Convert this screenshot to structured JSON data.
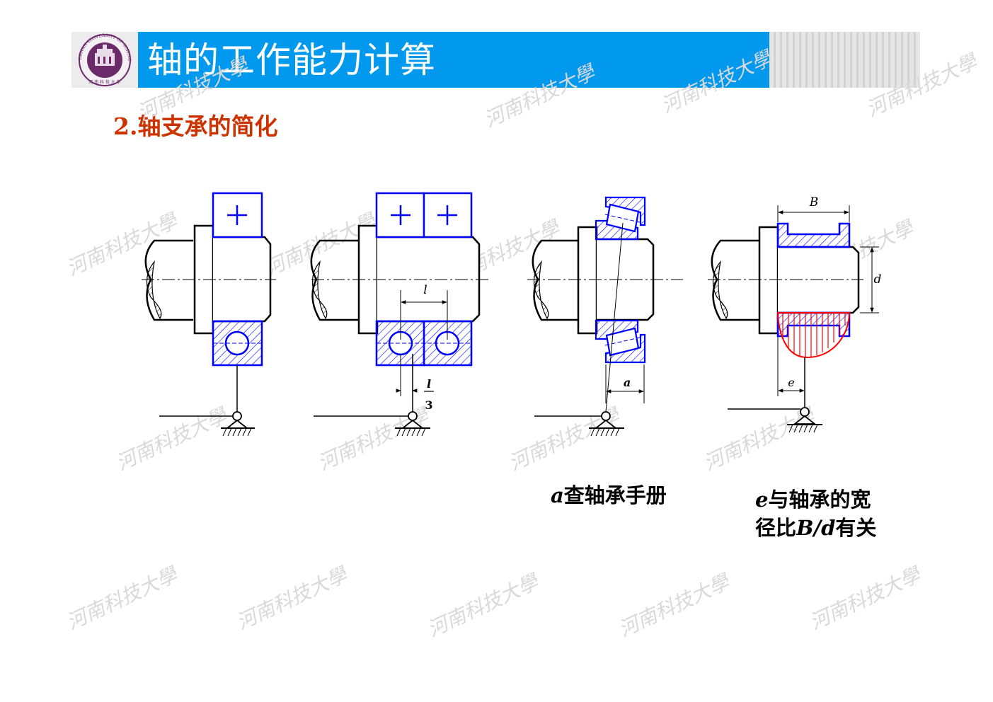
{
  "header": {
    "title": "轴的工作能力计算",
    "logo_text": "HENAN UNIVERSITY OF SCIENCE & TECHNOLOGY",
    "logo_chars": "河 南 科 技 大 学"
  },
  "section": {
    "subtitle": "2.轴支承的简化"
  },
  "diagrams": {
    "fig2": {
      "label_l": "l",
      "label_frac_num": "l",
      "label_frac_den": "3"
    },
    "fig3": {
      "label_a": "a"
    },
    "fig4": {
      "label_B": "B",
      "label_d": "d",
      "label_e": "e"
    }
  },
  "captions": {
    "a_var": "a",
    "a_text": "查轴承手册",
    "e_var": "e",
    "e_text1": "与轴承的宽",
    "e_text2_pre": "径比",
    "e_text2_var": "B/d",
    "e_text2_post": "有关"
  },
  "watermark": {
    "text": "河南科技大學"
  },
  "colors": {
    "header": "#0099ee",
    "subtitle": "#cc3300",
    "bearing": "#0000ff",
    "pressure": "#ff0000"
  }
}
